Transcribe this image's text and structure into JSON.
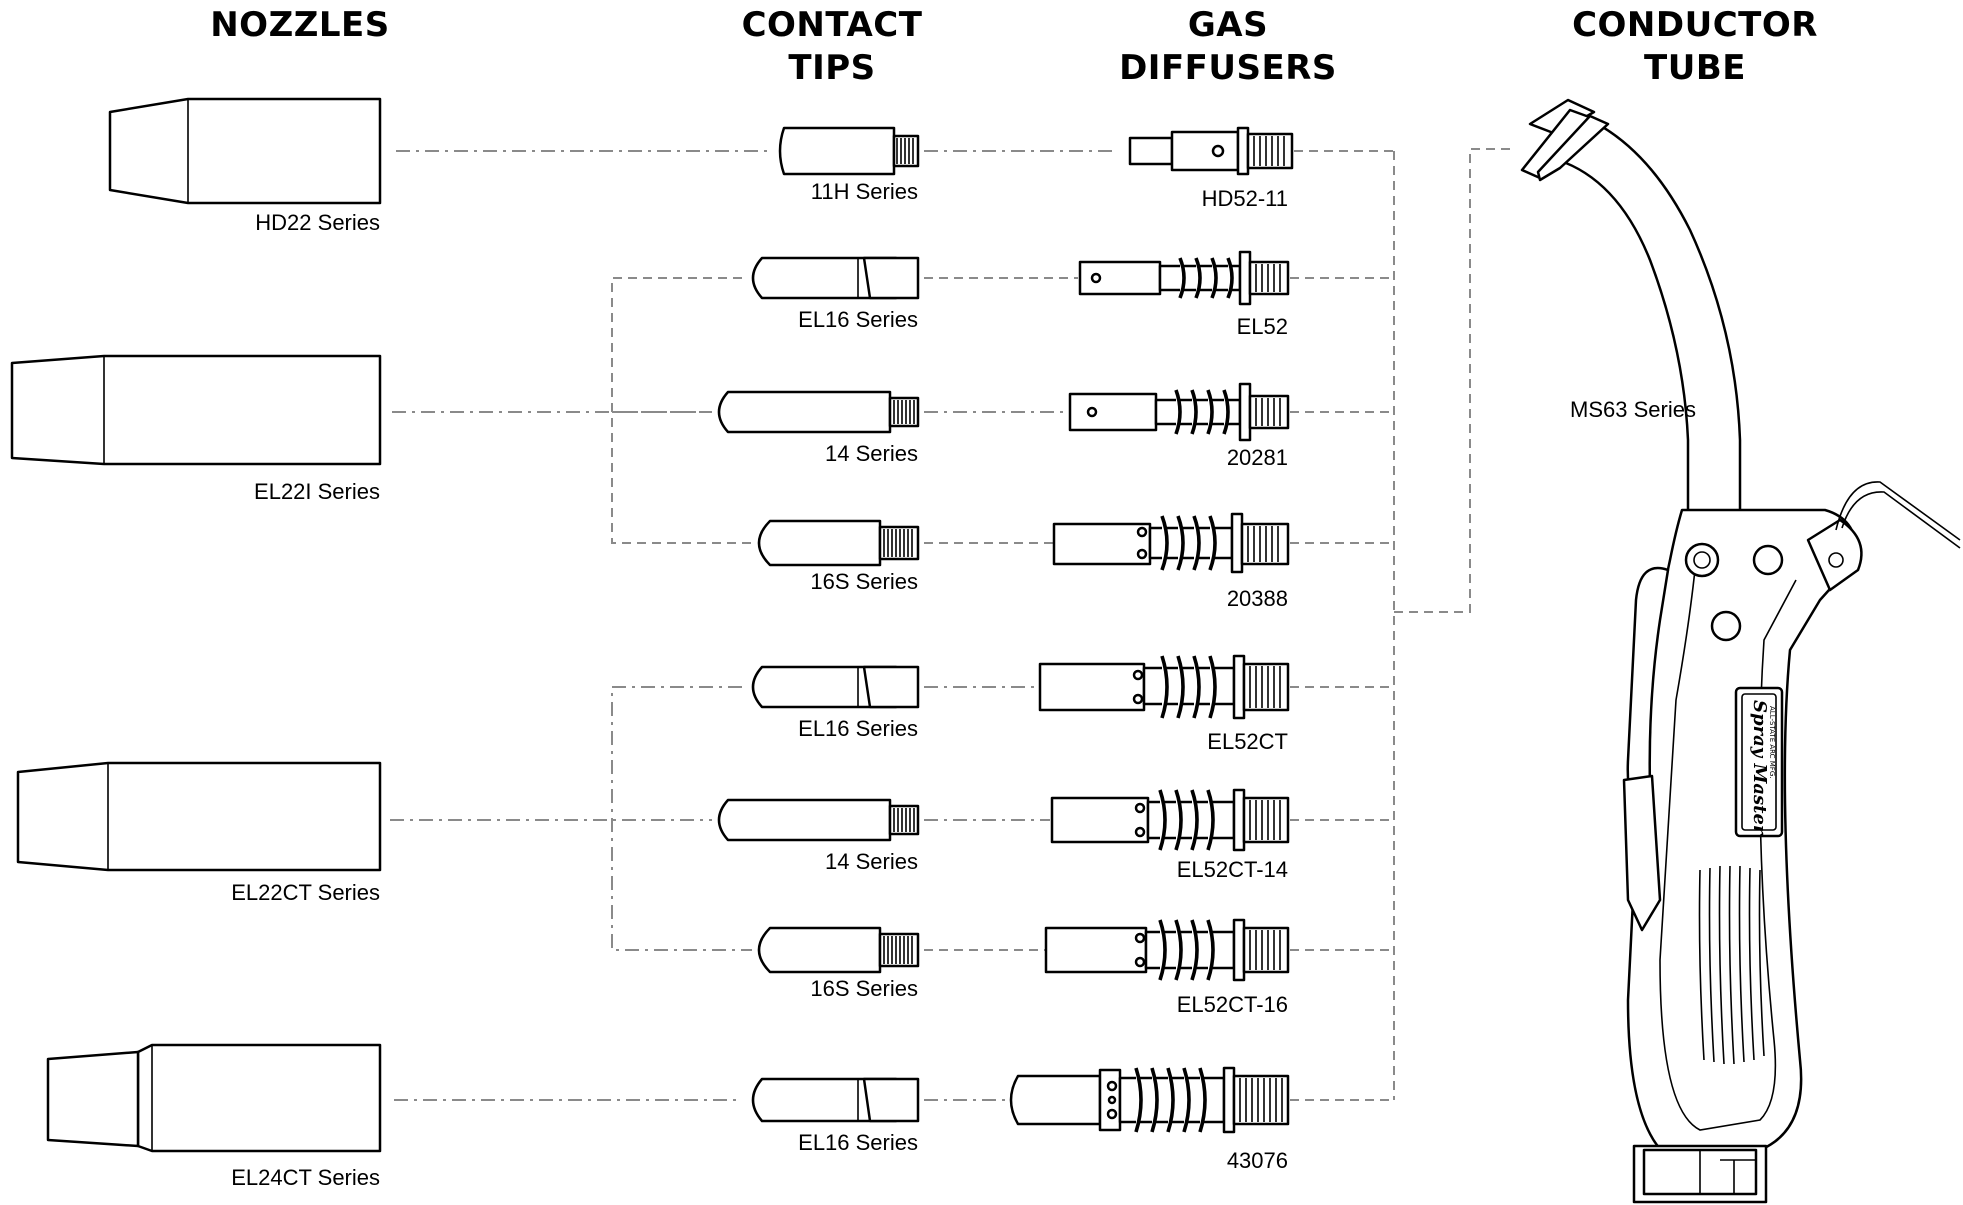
{
  "headers": {
    "nozzles": "NOZZLES",
    "contact_tips": [
      "CONTACT",
      "TIPS"
    ],
    "gas_diffusers": [
      "GAS",
      "DIFFUSERS"
    ],
    "conductor_tube": [
      "CONDUCTOR",
      "TUBE"
    ]
  },
  "nozzles": [
    {
      "label": "HD22 Series"
    },
    {
      "label": "EL22I Series"
    },
    {
      "label": "EL22CT Series"
    },
    {
      "label": "EL24CT Series"
    }
  ],
  "contact_tips": [
    {
      "label": "11H Series"
    },
    {
      "label": "EL16 Series"
    },
    {
      "label": "14 Series"
    },
    {
      "label": "16S Series"
    },
    {
      "label": "EL16 Series"
    },
    {
      "label": "14 Series"
    },
    {
      "label": "16S Series"
    },
    {
      "label": "EL16 Series"
    }
  ],
  "gas_diffusers": [
    {
      "label": "HD52-11"
    },
    {
      "label": "EL52"
    },
    {
      "label": "20281"
    },
    {
      "label": "20388"
    },
    {
      "label": "EL52CT"
    },
    {
      "label": "EL52CT-14"
    },
    {
      "label": "EL52CT-16"
    },
    {
      "label": "43076"
    }
  ],
  "conductor_tube": {
    "label": "MS63 Series"
  },
  "gun_logo": {
    "brand": "Spray Master",
    "sub": "ALL-STATE ARC MFG."
  }
}
